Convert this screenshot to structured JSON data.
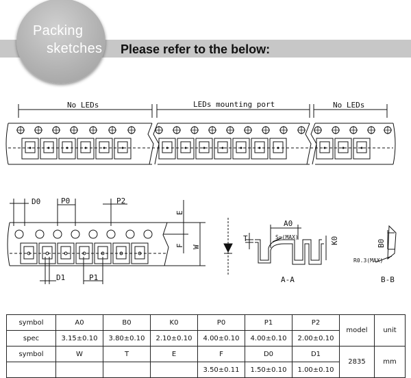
{
  "header": {
    "circle_line1": "Packing",
    "circle_line2": "sketches",
    "refer": "Please refer to the below:"
  },
  "tape_top": {
    "left": "No LEDs",
    "middle": "LEDs mounting port",
    "right": "No LEDs"
  },
  "dims": {
    "d0": "D0",
    "p0": "P0",
    "p2": "P2",
    "d1": "D1",
    "p1": "P1",
    "e": "E",
    "f": "F",
    "w": "W",
    "t": "T",
    "a0": "A0",
    "k0": "K0",
    "smax": "S=(MAX)",
    "b0": "B0",
    "r": "R0.3(MAX)",
    "aa": "A-A",
    "bb": "B-B"
  },
  "table": {
    "row1": [
      "symbol",
      "A0",
      "B0",
      "K0",
      "P0",
      "P1",
      "P2"
    ],
    "row2": [
      "spec",
      "3.15±0.10",
      "3.80±0.10",
      "2.10±0.10",
      "4.00±0.10",
      "4.00±0.10",
      "2.00±0.10"
    ],
    "row3": [
      "symbol",
      "W",
      "T",
      "E",
      "F",
      "D0",
      "D1"
    ],
    "row4": [
      "",
      "",
      "",
      "",
      "3.50±0.11",
      "1.50±0.10",
      "1.00±0.10"
    ],
    "model_label": "model",
    "unit_label": "unit",
    "model": "2835",
    "unit": "mm"
  }
}
